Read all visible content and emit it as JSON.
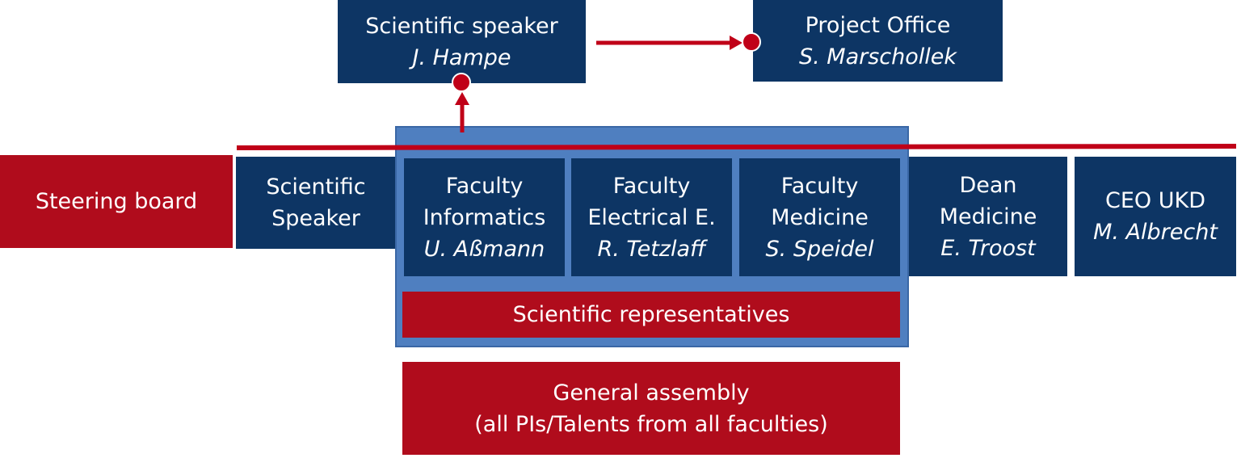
{
  "scientific_speaker_top": {
    "title": "Scientific speaker",
    "name": "J. Hampe"
  },
  "project_office": {
    "title": "Project Office",
    "name": "S. Marschollek"
  },
  "steering_board": {
    "label": "Steering board"
  },
  "scientific_speaker_row": {
    "line1": "Scientific",
    "line2": "Speaker"
  },
  "faculties": [
    {
      "line1": "Faculty",
      "line2": "Informatics",
      "name": "U. Aßmann"
    },
    {
      "line1": "Faculty",
      "line2": "Electrical E.",
      "name": "R. Tetzlaff"
    },
    {
      "line1": "Faculty",
      "line2": "Medicine",
      "name": "S. Speidel"
    }
  ],
  "scientific_representatives": {
    "label": "Scientific representatives"
  },
  "dean": {
    "line1": "Dean",
    "line2": "Medicine",
    "name": "E. Troost"
  },
  "ceo": {
    "title": "CEO UKD",
    "name": "M. Albrecht"
  },
  "general_assembly": {
    "line1": "General assembly",
    "line2": "(all PIs/Talents from all faculties)"
  },
  "colors": {
    "navy": "#0d3564",
    "red": "#b00c1c",
    "panel_blue": "#4f7fc0",
    "connector_red": "#c00018"
  }
}
